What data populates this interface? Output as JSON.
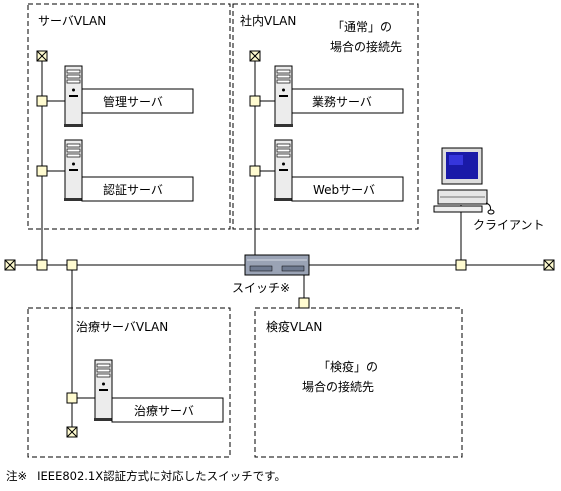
{
  "vlans": {
    "server": {
      "label": "サーバVLAN"
    },
    "internal": {
      "label": "社内VLAN",
      "note_line1": "「通常」の",
      "note_line2": "場合の接続先"
    },
    "treatment": {
      "label": "治療サーバVLAN"
    },
    "quarantine": {
      "label": "検疫VLAN",
      "note_line1": "「検疫」の",
      "note_line2": "場合の接続先"
    }
  },
  "servers": {
    "management": "管理サーバ",
    "authentication": "認証サーバ",
    "business": "業務サーバ",
    "web": "Webサーバ",
    "treatment": "治療サーバ"
  },
  "switch": {
    "label": "スイッチ※"
  },
  "client": {
    "label": "クライアント"
  },
  "footnote": {
    "marker": "注※",
    "text": "IEEE802.1X認証方式に対応したスイッチです。"
  },
  "colors": {
    "line": "#000000",
    "port_fill": "#fffbd0",
    "switch_body": "#9aa3b5",
    "monitor_screen": "#1a1aa8"
  }
}
